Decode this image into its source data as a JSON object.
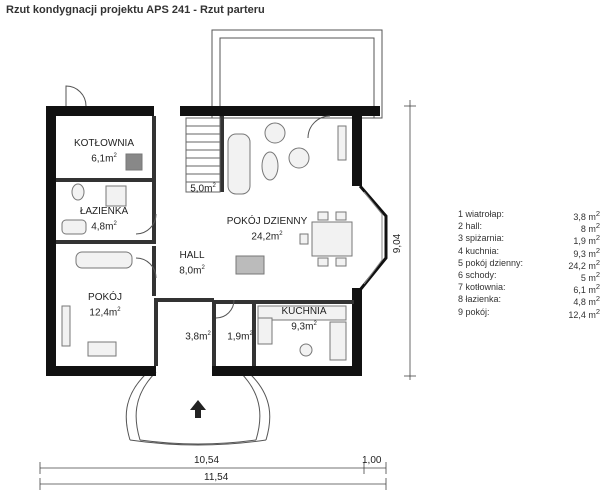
{
  "title": "Rzut kondygnacji projektu APS 241 - Rzut parteru",
  "rooms": [
    {
      "id": "kotlownia",
      "name": "KOTŁOWNIA",
      "area": "6,1"
    },
    {
      "id": "lazienka",
      "name": "ŁAZIENKA",
      "area": "4,8"
    },
    {
      "id": "schody",
      "name": "",
      "area": "5,0"
    },
    {
      "id": "pokoj-dzienny",
      "name": "POKÓJ DZIENNY",
      "area": "24,2"
    },
    {
      "id": "hall",
      "name": "HALL",
      "area": "8,0"
    },
    {
      "id": "pokoj",
      "name": "POKÓJ",
      "area": "12,4"
    },
    {
      "id": "spizarnia",
      "name": "",
      "area": "3,8"
    },
    {
      "id": "wiatrolap",
      "name": "",
      "area": "1,9"
    },
    {
      "id": "kuchnia",
      "name": "KUCHNIA",
      "area": "9,3"
    }
  ],
  "unit": "m",
  "unit_exp": "2",
  "dimensions": {
    "width_inner": "10,54",
    "width_extra": "1,00",
    "width_total": "11,54",
    "depth": "9,04"
  },
  "legend": [
    {
      "label": "1 wiatrołap:",
      "value": "3,8 m",
      "exp": "2"
    },
    {
      "label": "2 hall:",
      "value": "8 m",
      "exp": "2"
    },
    {
      "label": "3 spiżarnia:",
      "value": "1,9 m",
      "exp": "2"
    },
    {
      "label": "4 kuchnia:",
      "value": "9,3 m",
      "exp": "2"
    },
    {
      "label": "5 pokój dzienny:",
      "value": "24,2 m",
      "exp": "2"
    },
    {
      "label": "6 schody:",
      "value": "5 m",
      "exp": "2"
    },
    {
      "label": "7 kotłownia:",
      "value": "6,1 m",
      "exp": "2"
    },
    {
      "label": "8 łazienka:",
      "value": "4,8 m",
      "exp": "2"
    },
    {
      "label": "9 pokój:",
      "value": "12,4 m",
      "exp": "2"
    }
  ],
  "colors": {
    "wall": "#111111",
    "furniture": "#777777",
    "fill": "#f2f2f2",
    "dim": "#444444"
  }
}
